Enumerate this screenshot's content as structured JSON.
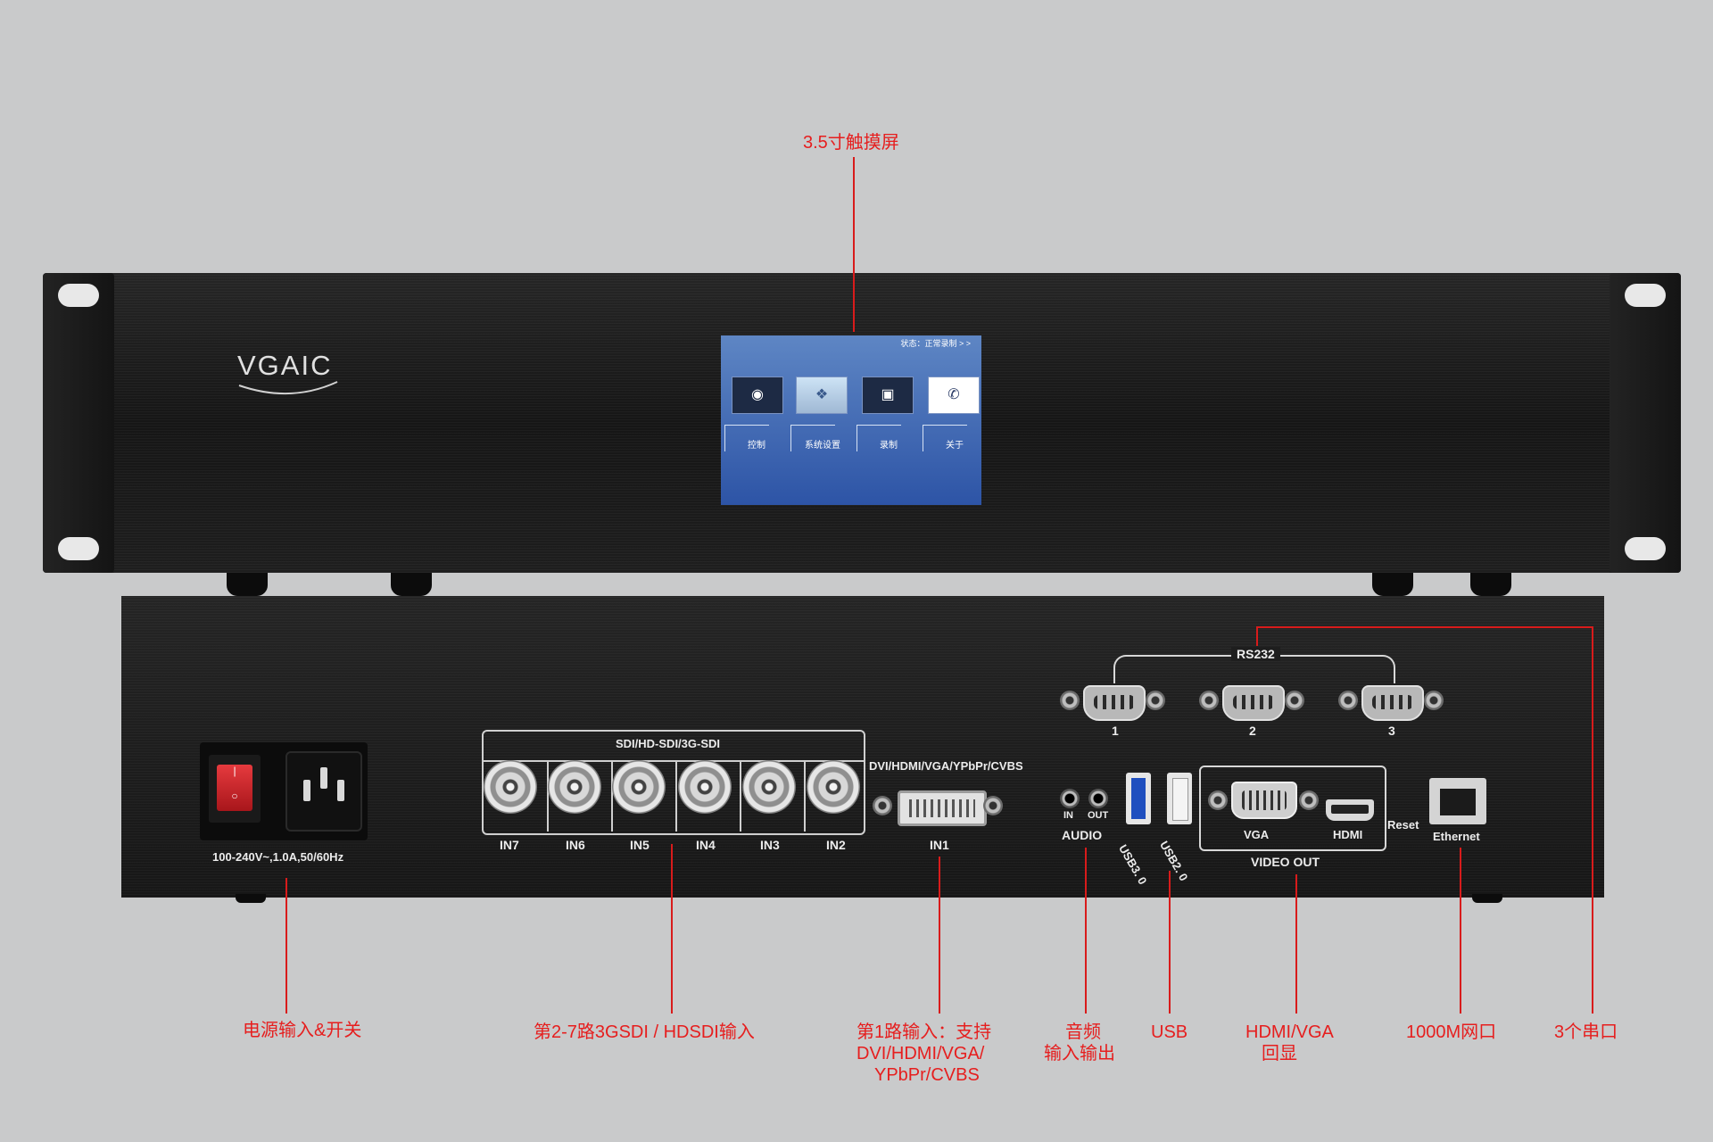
{
  "front": {
    "brand_logo": "VGAIC",
    "screen": {
      "status": "状态：正常录制 > >",
      "menu_items": [
        "控制",
        "系统设置",
        "录制",
        "关于"
      ]
    }
  },
  "rear": {
    "power_rating": "100-240V~,1.0A,50/60Hz",
    "sdi_group_label": "SDI/HD-SDI/3G-SDI",
    "sdi_inputs": [
      "IN7",
      "IN6",
      "IN5",
      "IN4",
      "IN3",
      "IN2"
    ],
    "dvi_group_label": "DVI/HDMI/VGA/YPbPr/CVBS",
    "dvi_input": "IN1",
    "rs232_label": "RS232",
    "rs232_ports": [
      "1",
      "2",
      "3"
    ],
    "audio": {
      "in": "IN",
      "out": "OUT",
      "label": "AUDIO"
    },
    "usb3": "USB3. 0",
    "usb2": "USB2. 0",
    "video_out": {
      "vga": "VGA",
      "hdmi": "HDMI",
      "label": "VIDEO OUT"
    },
    "reset": "Reset",
    "ethernet": "Ethernet"
  },
  "annotations": {
    "touchscreen": "3.5寸触摸屏",
    "power": "电源输入&开关",
    "sdi": "第2-7路3GSDI / HDSDI输入",
    "in1": [
      "第1路输入：支持",
      "DVI/HDMI/VGA/",
      "YPbPr/CVBS"
    ],
    "audio": [
      "音频",
      "输入输出"
    ],
    "usb": "USB",
    "video_out": [
      "HDMI/VGA",
      "回显"
    ],
    "network": "1000M网口",
    "serial": "3个串口"
  },
  "colors": {
    "annotation": "#e61e1e",
    "background": "#c9cacb"
  }
}
